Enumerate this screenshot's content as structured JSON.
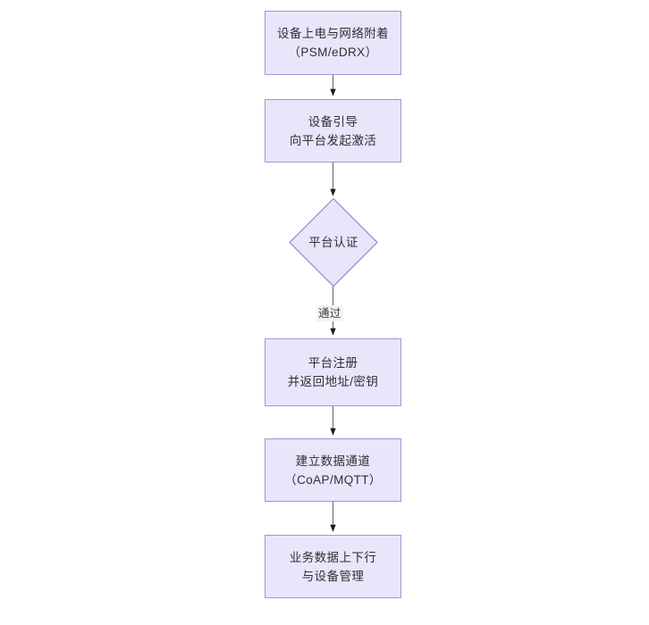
{
  "diagram": {
    "type": "flowchart",
    "orientation": "top-to-bottom",
    "background_color": "#ffffff",
    "node_fill_color": "#e8e6fa",
    "node_border_color": "#ae8fd6",
    "node_text_color": "#2f2f36",
    "connector_color": "#707070",
    "arrowhead_color": "#1a1a1a",
    "edge_label_background": "#f3f3f3",
    "nodes": [
      {
        "id": "n1",
        "shape": "rectangle",
        "text": "设备上电与网络附着\n（PSM/eDRX）",
        "line1": "设备上电与网络附着",
        "line2": "（PSM/eDRX）"
      },
      {
        "id": "n2",
        "shape": "rectangle",
        "text": "设备引导\n向平台发起激活",
        "line1": "设备引导",
        "line2": "向平台发起激活"
      },
      {
        "id": "n3",
        "shape": "diamond",
        "text": "平台认证",
        "line1": "平台认证",
        "line2": ""
      },
      {
        "id": "n4",
        "shape": "rectangle",
        "text": "平台注册\n并返回地址/密钥",
        "line1": "平台注册",
        "line2": "并返回地址/密钥"
      },
      {
        "id": "n5",
        "shape": "rectangle",
        "text": "建立数据通道\n（CoAP/MQTT）",
        "line1": "建立数据通道",
        "line2": "（CoAP/MQTT）"
      },
      {
        "id": "n6",
        "shape": "rectangle",
        "text": "业务数据上下行\n与设备管理",
        "line1": "业务数据上下行",
        "line2": "与设备管理"
      }
    ],
    "edges": [
      {
        "from": "n1",
        "to": "n2",
        "label": ""
      },
      {
        "from": "n2",
        "to": "n3",
        "label": ""
      },
      {
        "from": "n3",
        "to": "n4",
        "label": "通过"
      },
      {
        "from": "n4",
        "to": "n5",
        "label": ""
      },
      {
        "from": "n5",
        "to": "n6",
        "label": ""
      }
    ]
  }
}
